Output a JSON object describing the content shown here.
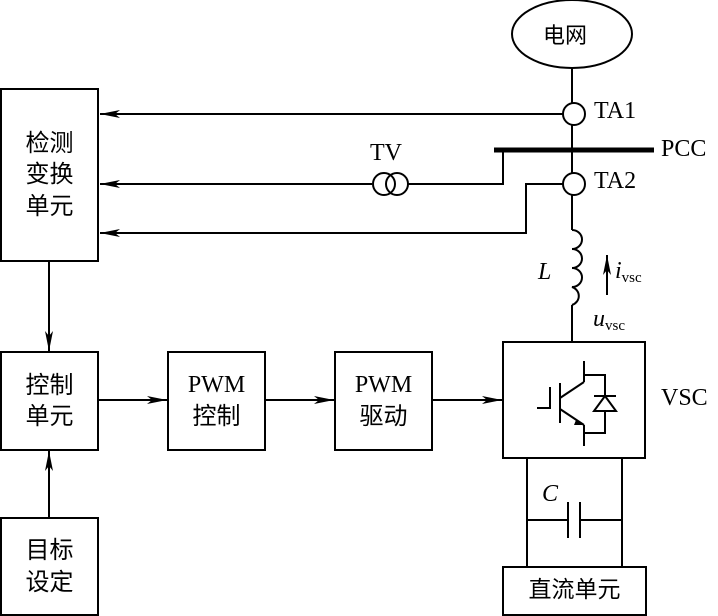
{
  "grid": {
    "label": "电网"
  },
  "detect_unit": {
    "lines": [
      "检测",
      "变换",
      "单元"
    ]
  },
  "control_unit": {
    "lines": [
      "控制",
      "单元"
    ]
  },
  "pwm_control": {
    "lines": [
      "PWM",
      "控制"
    ]
  },
  "pwm_drive": {
    "lines": [
      "PWM",
      "驱动"
    ]
  },
  "target_setting": {
    "lines": [
      "目标",
      "设定"
    ]
  },
  "dc_unit": {
    "label": "直流单元"
  },
  "labels": {
    "ta1": "TA1",
    "ta2": "TA2",
    "tv": "TV",
    "pcc": "PCC",
    "vsc": "VSC",
    "inductor": "L",
    "current_sym": "i",
    "current_sub": "vsc",
    "voltage_sym": "u",
    "voltage_sub": "vsc",
    "capacitor": "C"
  }
}
